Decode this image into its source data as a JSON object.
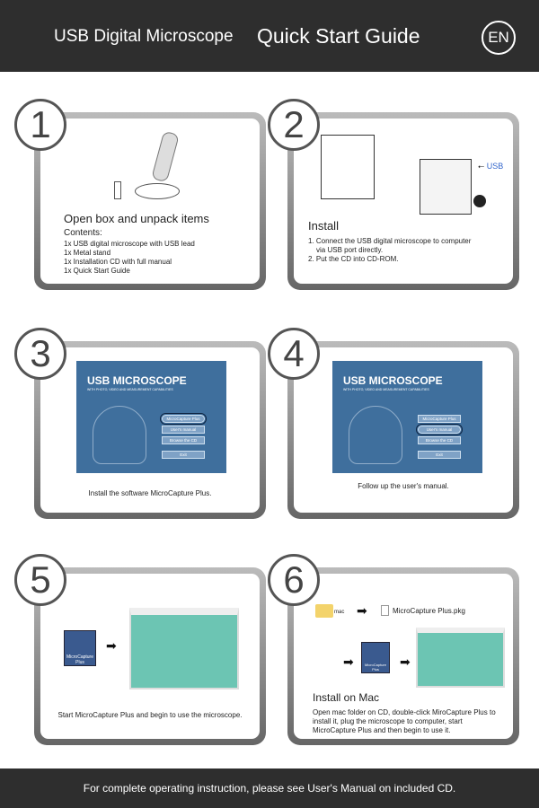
{
  "header": {
    "product": "USB Digital Microscope",
    "guide": "Quick Start Guide",
    "language": "EN"
  },
  "steps": [
    {
      "number": "1",
      "title": "Open box and unpack items",
      "subtitle": "Contents:",
      "items": [
        "1x USB digital microscope with USB lead",
        "1x Metal stand",
        "1x Installation CD with full manual",
        "1x Quick Start Guide"
      ]
    },
    {
      "number": "2",
      "title": "Install",
      "items": [
        "1. Connect the USB digital microscope to computer",
        "    via USB port directly.",
        "2. Put the CD into CD-ROM."
      ]
    },
    {
      "number": "3",
      "caption": "Install the software MicroCapture Plus.",
      "screen": {
        "title": "USB  MICROSCOPE",
        "subtitle": "WITH PHOTO, VIDEO AND MEASUREMENT CAPABILITIES",
        "buttons": [
          "MicroCapture Plus",
          "User's manual",
          "Browse the CD",
          "Exit"
        ]
      }
    },
    {
      "number": "4",
      "caption": "Follow up the user's manual.",
      "screen": {
        "title": "USB  MICROSCOPE",
        "subtitle": "WITH PHOTO, VIDEO AND MEASUREMENT CAPABILITIES",
        "buttons": [
          "MicroCapture Plus",
          "User's manual",
          "Browse the CD",
          "Exit"
        ]
      }
    },
    {
      "number": "5",
      "caption": "Start MicroCapture Plus and begin to use the microscope.",
      "app_icon": "MicroCapture Plus"
    },
    {
      "number": "6",
      "folder": "mac",
      "file": "MicroCapture Plus.pkg",
      "app_icon": "MicroCapture Plus",
      "title": "Install on Mac",
      "lines": [
        "Open mac folder on CD, double-click MiroCapture Plus to",
        "install it, plug the microscope to computer, start",
        "MicroCapture Plus and then begin to use it."
      ]
    }
  ],
  "footer": "For complete operating instruction, please see User's Manual on included CD."
}
